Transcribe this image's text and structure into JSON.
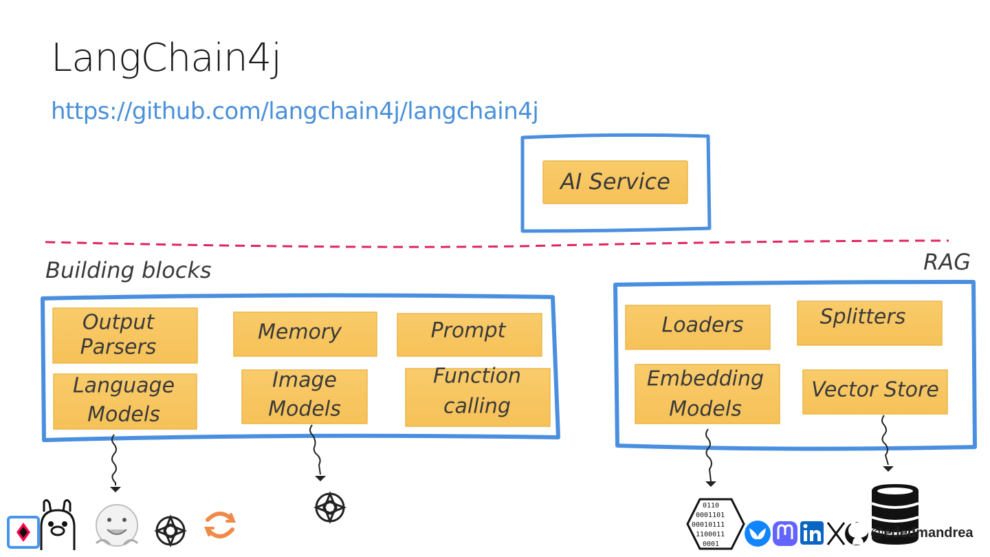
{
  "slide": {
    "title": "LangChain4j",
    "url": "https://github.com/langchain4j/langchain4j"
  },
  "ai_service": {
    "label": "AI Service"
  },
  "sections": {
    "building_blocks": "Building blocks",
    "rag": "RAG"
  },
  "building_blocks": {
    "output_parsers": [
      "Output",
      "Parsers"
    ],
    "memory": "Memory",
    "prompt": "Prompt",
    "language_models": [
      "Language",
      "Models"
    ],
    "image_models": [
      "Image",
      "Models"
    ],
    "function_calling": [
      "Function",
      "calling"
    ]
  },
  "rag": {
    "loaders": "Loaders",
    "splitters": "Splitters",
    "embedding_models": [
      "Embedding",
      "Models"
    ],
    "vector_store": "Vector Store"
  },
  "icons": {
    "model_providers": [
      "quarkus-icon",
      "ollama-llama-icon",
      "huggingface-icon",
      "openai-icon",
      "refresh-sync-icon"
    ],
    "image_provider": "openai-icon",
    "embedding": "binary-hexagon-icon",
    "vector_store": "database-icon",
    "social": [
      "bluesky-icon",
      "mastodon-icon",
      "linkedin-icon",
      "x-icon",
      "github-icon"
    ]
  },
  "social": {
    "handle": "@ededmandrea"
  },
  "colors": {
    "box_stroke": "#4a8fdf",
    "sticky_fill": "#f9cb6a",
    "sticky_edge": "#eab64a",
    "divider": "#e0245e",
    "link": "#4a90d9",
    "bluesky": "#1185fe",
    "mastodon": "#6364ff",
    "linkedin": "#0a66c2"
  }
}
